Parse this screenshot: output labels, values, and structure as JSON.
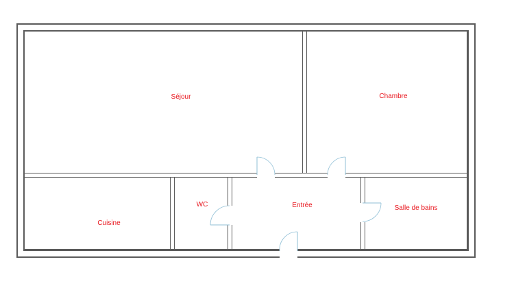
{
  "plan": {
    "wall_color": "#5a5a5a",
    "wall_fill": "#ffffff",
    "door_color": "#8fbfd6",
    "label_color": "#e8141c",
    "rooms": [
      {
        "id": "sejour",
        "label": "Séjour"
      },
      {
        "id": "chambre",
        "label": "Chambre"
      },
      {
        "id": "cuisine",
        "label": "Cuisine"
      },
      {
        "id": "wc",
        "label": "WC"
      },
      {
        "id": "entree",
        "label": "Entrée"
      },
      {
        "id": "salle-de-bains",
        "label": "Salle de bains"
      }
    ]
  }
}
